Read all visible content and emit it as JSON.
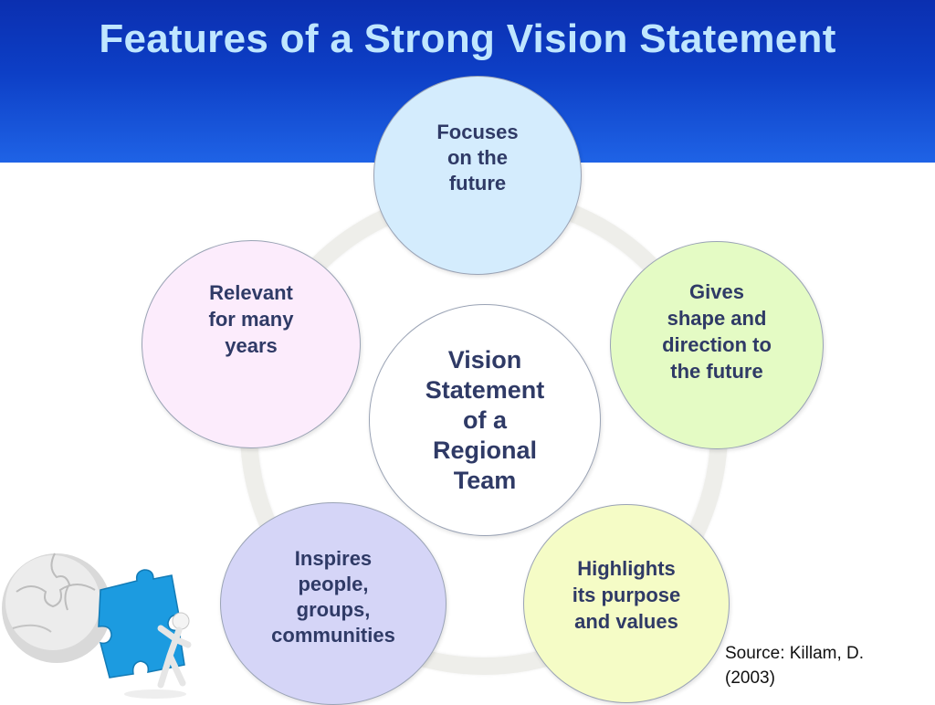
{
  "slide": {
    "title": "Features of a Strong Vision Statement",
    "center": "Vision\nStatement\nof a\nRegional\nTeam",
    "features": {
      "top": "Focuses\non the\nfuture",
      "right": "Gives\nshape and\ndirection to\nthe future",
      "bottom_right": "Highlights\nits purpose\nand values",
      "bottom_left": "Inspires\npeople,\ngroups,\ncommunities",
      "left": "Relevant\nfor many\nyears"
    },
    "source": "Source: Killam, D.\n(2003)"
  },
  "colors": {
    "header_blue": "#0d3fc6",
    "title_text": "#bfe6ff",
    "circle_text": "#2f3a66",
    "top_fill": "#d4ecfd",
    "right_fill": "#e4fbc4",
    "bottom_right_fill": "#f5fcc6",
    "bottom_left_fill": "#d5d5f7",
    "left_fill": "#fcecfc",
    "puzzle_blue": "#1c9be0"
  },
  "illustration": "puzzle-figure-icon"
}
